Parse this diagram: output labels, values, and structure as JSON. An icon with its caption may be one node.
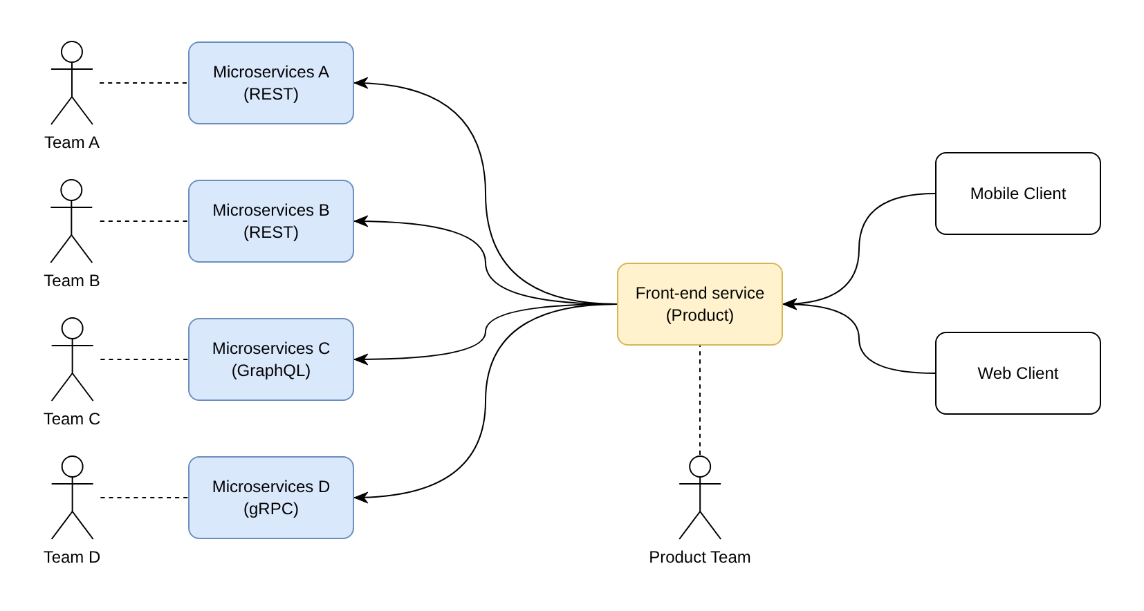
{
  "diagram": {
    "nodes": [
      {
        "text": [
          "Team A"
        ]
      },
      {
        "text": [
          "Microservices A (REST)"
        ]
      },
      {
        "text": [
          "Team B"
        ]
      },
      {
        "text": [
          "Microservices B (REST)"
        ]
      },
      {
        "text": [
          "Team C"
        ]
      },
      {
        "text": [
          "Microservices C (GraphQL)"
        ]
      },
      {
        "text": [
          "Team D"
        ]
      },
      {
        "text": [
          "Microservices D (gRPC)"
        ]
      },
      {
        "text": [
          "Front-end service (Product)"
        ]
      },
      {
        "text": [
          "Mobile Client"
        ]
      },
      {
        "text": [
          "Web Client"
        ]
      },
      {
        "text": [
          "Product Team"
        ]
      }
    ],
    "edges": [
      {
        "from": 0,
        "to": 1,
        "arrow": "none",
        "style": "dashed"
      },
      {
        "from": 2,
        "to": 3,
        "arrow": "none",
        "style": "dashed"
      },
      {
        "from": 4,
        "to": 5,
        "arrow": "none",
        "style": "dashed"
      },
      {
        "from": 6,
        "to": 7,
        "arrow": "none",
        "style": "dashed"
      },
      {
        "from": 8,
        "to": 1,
        "arrow": "to"
      },
      {
        "from": 8,
        "to": 3,
        "arrow": "to"
      },
      {
        "from": 8,
        "to": 5,
        "arrow": "to"
      },
      {
        "from": 8,
        "to": 7,
        "arrow": "to"
      },
      {
        "from": 9,
        "to": 8,
        "arrow": "to"
      },
      {
        "from": 10,
        "to": 8,
        "arrow": "to"
      },
      {
        "from": 11,
        "to": 8,
        "arrow": "none",
        "style": "dashed"
      }
    ]
  }
}
